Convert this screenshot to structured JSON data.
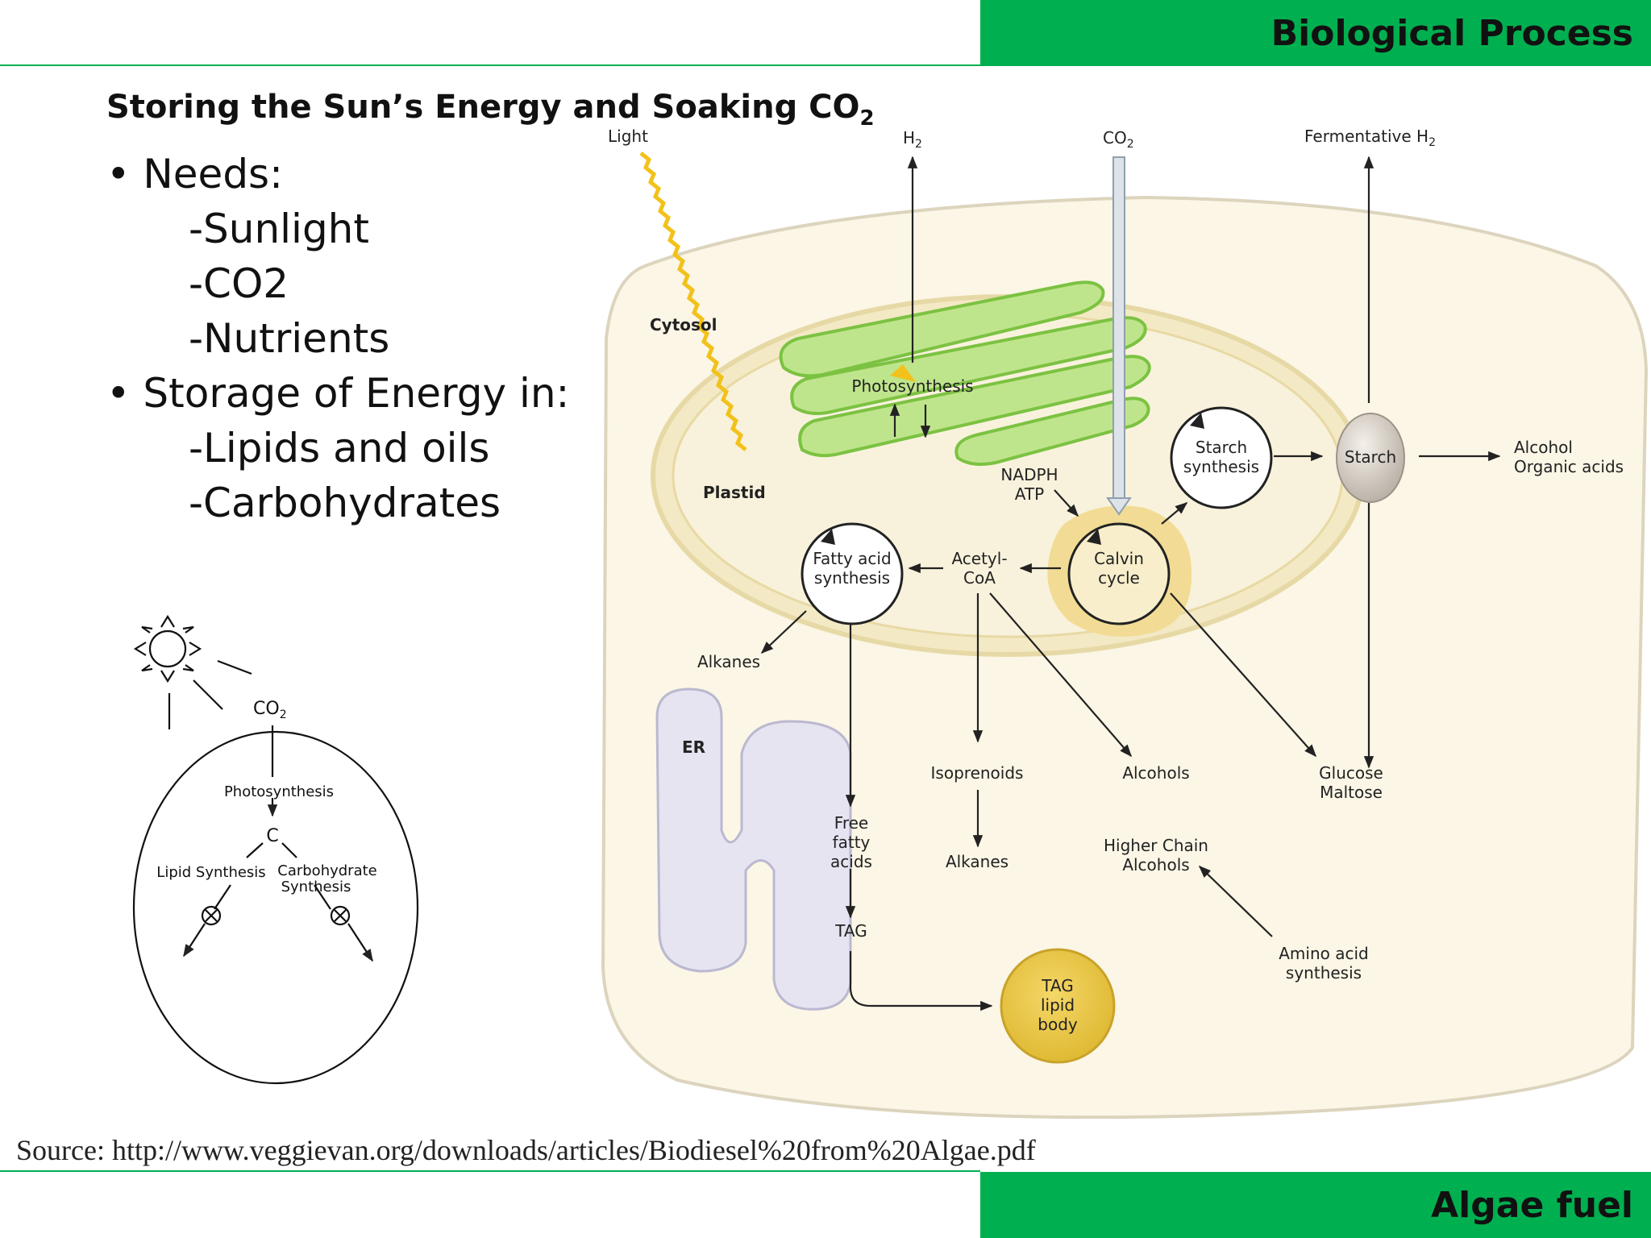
{
  "header": {
    "title": "Biological Process"
  },
  "footer": {
    "title": "Algae fuel"
  },
  "slide": {
    "title": "Storing the Sun’s Energy and Soaking CO",
    "title_sub": "2",
    "bullets": [
      {
        "level": 1,
        "text": "Needs:"
      },
      {
        "level": 2,
        "text": "-Sunlight"
      },
      {
        "level": 2,
        "text": "-CO2"
      },
      {
        "level": 2,
        "text": "-Nutrients"
      },
      {
        "level": 1,
        "text": "Storage of Energy in:"
      },
      {
        "level": 2,
        "text": "-Lipids and oils"
      },
      {
        "level": 2,
        "text": "-Carbohydrates"
      }
    ],
    "source": "Source: http://www.veggievan.org/downloads/articles/Biodiesel%20from%20Algae.pdf"
  },
  "cell_diagram": {
    "light": "Light",
    "h2": "H",
    "h2_sub": "2",
    "co2": "CO",
    "co2_sub": "2",
    "fermentative": "Fermentative H",
    "fermentative_sub": "2",
    "cytosol": "Cytosol",
    "plastid": "Plastid",
    "photosynthesis": "Photosynthesis",
    "nadph": "NADPH",
    "atp": "ATP",
    "starch_synthesis_1": "Starch",
    "starch_synthesis_2": "synthesis",
    "starch": "Starch",
    "alcohol": "Alcohol",
    "organic_acids": "Organic acids",
    "calvin_1": "Calvin",
    "calvin_2": "cycle",
    "fatty_acid_1": "Fatty acid",
    "fatty_acid_2": "synthesis",
    "acetyl_1": "Acetyl-",
    "acetyl_2": "CoA",
    "alkanes_top": "Alkanes",
    "er": "ER",
    "isoprenoids": "Isoprenoids",
    "alcohols": "Alcohols",
    "glucose": "Glucose",
    "maltose": "Maltose",
    "free_1": "Free",
    "free_2": "fatty",
    "free_3": "acids",
    "alkanes_bottom": "Alkanes",
    "higher_1": "Higher Chain",
    "higher_2": "Alcohols",
    "tag": "TAG",
    "amino_1": "Amino acid",
    "amino_2": "synthesis",
    "tag_body_1": "TAG",
    "tag_body_2": "lipid",
    "tag_body_3": "body"
  },
  "sketch_diagram": {
    "co2": "CO",
    "co2_sub": "2",
    "photosynthesis": "Photosynthesis",
    "c": "C",
    "lipid": "Lipid Synthesis",
    "carb_1": "Carbohydrate",
    "carb_2": "Synthesis"
  },
  "colors": {
    "accent_green": "#00b050",
    "cytosol_fill": "#fbf6e6",
    "plastid_fill": "#f6efd6",
    "plastid_ring": "#efe2b4",
    "thylakoid_fill": "#bfe58c",
    "thylakoid_stroke": "#7cc242",
    "calvin_glow": "#f2dc95",
    "lipid_body": "#e7c43a",
    "er_fill": "#e6e4f1",
    "light_ray": "#f2c21b"
  }
}
